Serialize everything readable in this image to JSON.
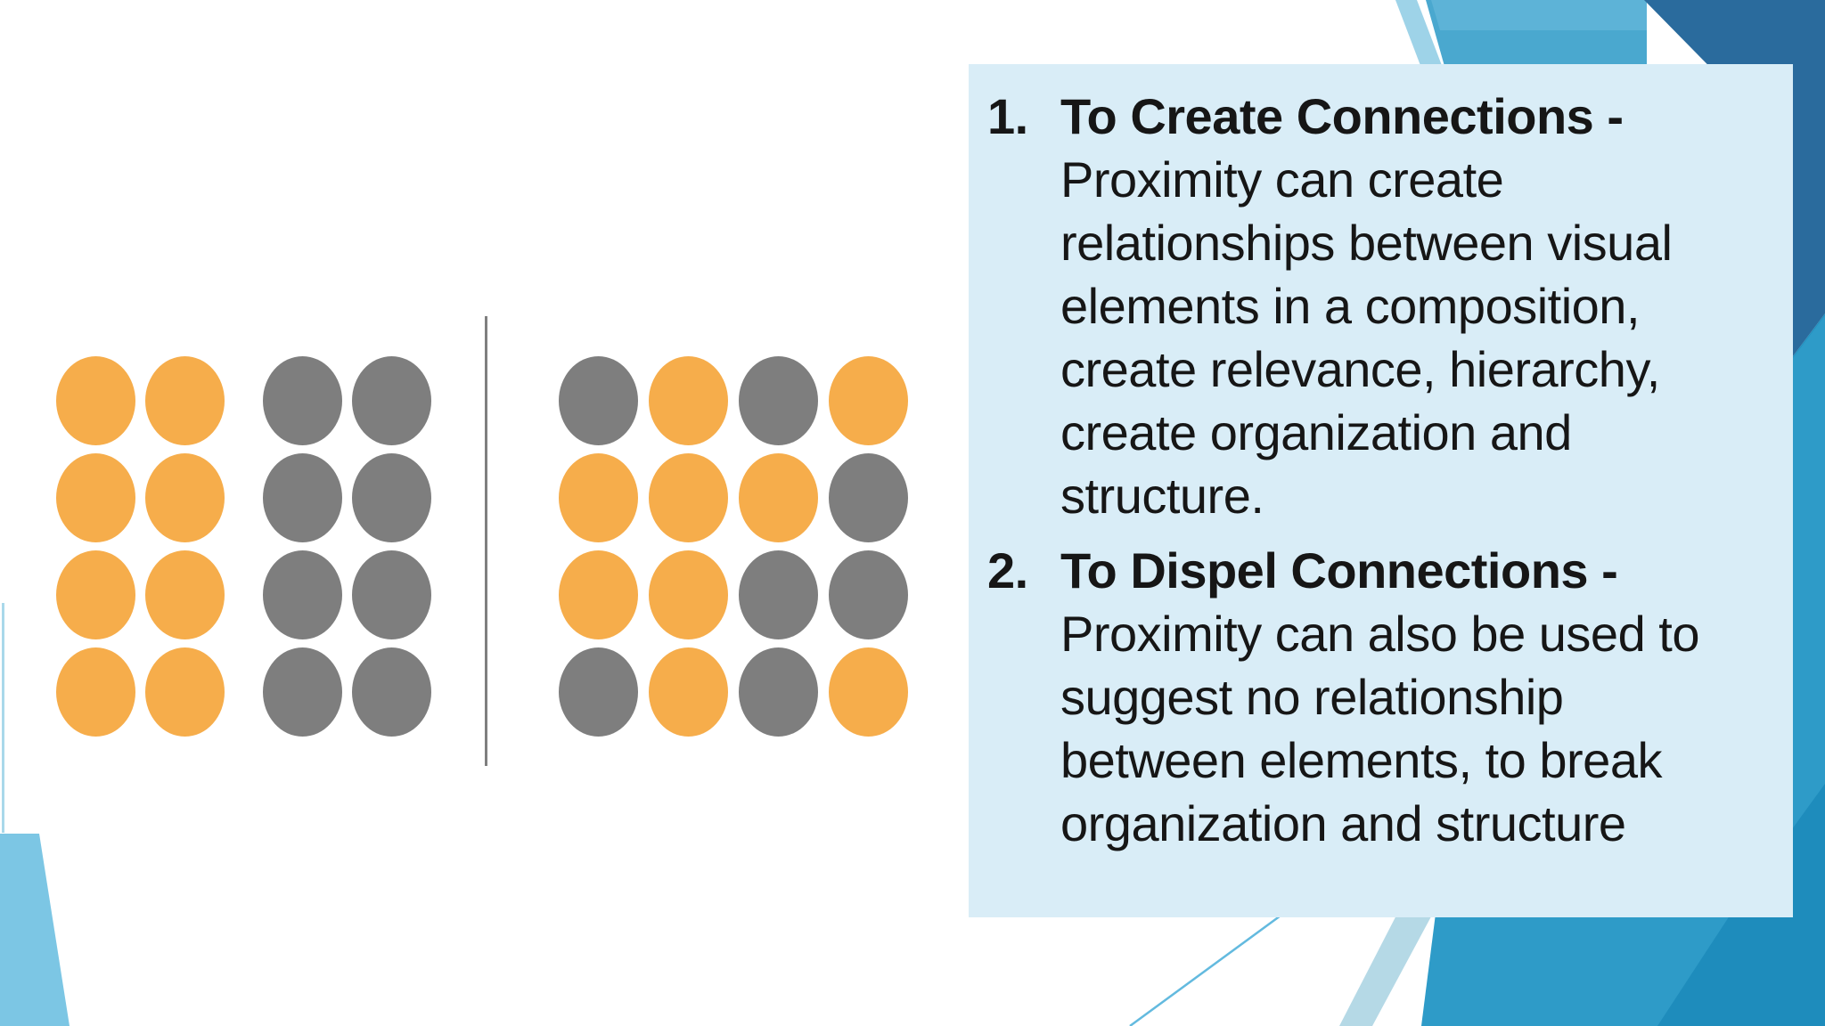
{
  "slide": {
    "background_color": "#ffffff",
    "panel_bg": "#d9edf7",
    "text_color": "#161616"
  },
  "list": {
    "items": [
      {
        "number": "1.",
        "title": "To Create Connections -",
        "body": "Proximity can create\nrelationships between visual\nelements in a composition,\ncreate relevance, hierarchy,\ncreate organization and\nstructure."
      },
      {
        "number": "2.",
        "title": "To Dispel Connections -",
        "body": "Proximity can also be used to\nsuggest no relationship\nbetween elements, to break\norganization and structure"
      }
    ]
  },
  "diagram": {
    "divider_color": "#7f7f7f",
    "dot_colors": {
      "o": "#f6ad4b",
      "g": "#7e7e7e"
    },
    "dot_color_names": {
      "o": "orange",
      "g": "gray"
    },
    "left_grid": {
      "rows": [
        [
          "o",
          "o",
          "g",
          "g"
        ],
        [
          "o",
          "o",
          "g",
          "g"
        ],
        [
          "o",
          "o",
          "g",
          "g"
        ],
        [
          "o",
          "o",
          "g",
          "g"
        ]
      ]
    },
    "right_grid": {
      "rows": [
        [
          "g",
          "o",
          "g",
          "o"
        ],
        [
          "o",
          "o",
          "o",
          "g"
        ],
        [
          "o",
          "o",
          "g",
          "g"
        ],
        [
          "g",
          "o",
          "g",
          "o"
        ]
      ]
    }
  },
  "decor": {
    "light_band": "#9ed3e8",
    "medium_band": "#4aa8cf",
    "medium_band_highlight": "#5db3d7",
    "dark_corner": "#2a6b9d",
    "right_strip": "#2191c0",
    "bottom_main": "#2e9bc8",
    "bottom_sliver": "#b5d9e6",
    "bottom_dark_strip": "#1e8cbc",
    "bottom_left_wedge": "#7cc6e4",
    "left_thin_line": "#a9d8ea",
    "bottom_thin_line": "#63badf"
  }
}
